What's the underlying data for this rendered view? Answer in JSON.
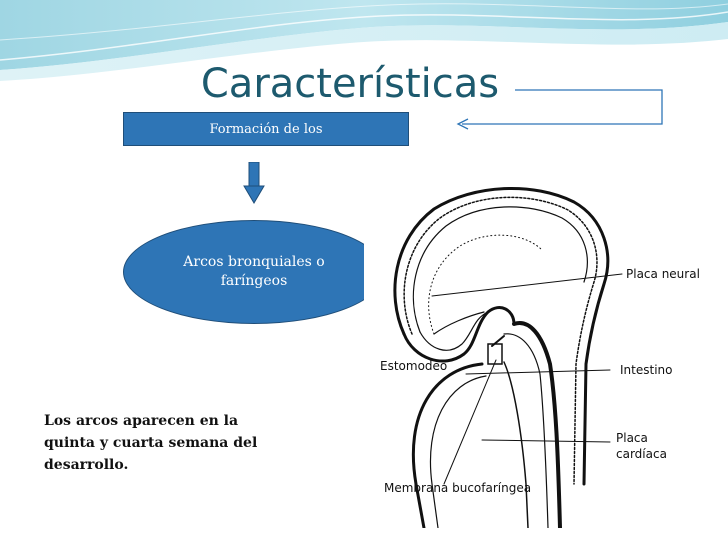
{
  "slide": {
    "title": "Características",
    "box_label": "Formación  de los",
    "ellipse_label": "Arcos bronquiales o faríngeos",
    "note": "Los arcos aparecen en la quinta y cuarta semana del desarrollo."
  },
  "figure": {
    "labels": {
      "placa_neural": "Placa neural",
      "estomodeo": "Estomodeo",
      "intestino": "Intestino",
      "placa_cardiaca_line1": "Placa",
      "placa_cardiaca_line2": "cardíaca",
      "membrana": "Membrana bucofaríngea"
    }
  },
  "colors": {
    "title": "#1d5a6e",
    "shape_fill": "#2e75b6",
    "shape_border": "#1f4e79",
    "accent": "#2e75b6"
  },
  "icons": {
    "arrow_down": "arrow-down-icon",
    "arrow_left": "arrow-left-icon"
  }
}
